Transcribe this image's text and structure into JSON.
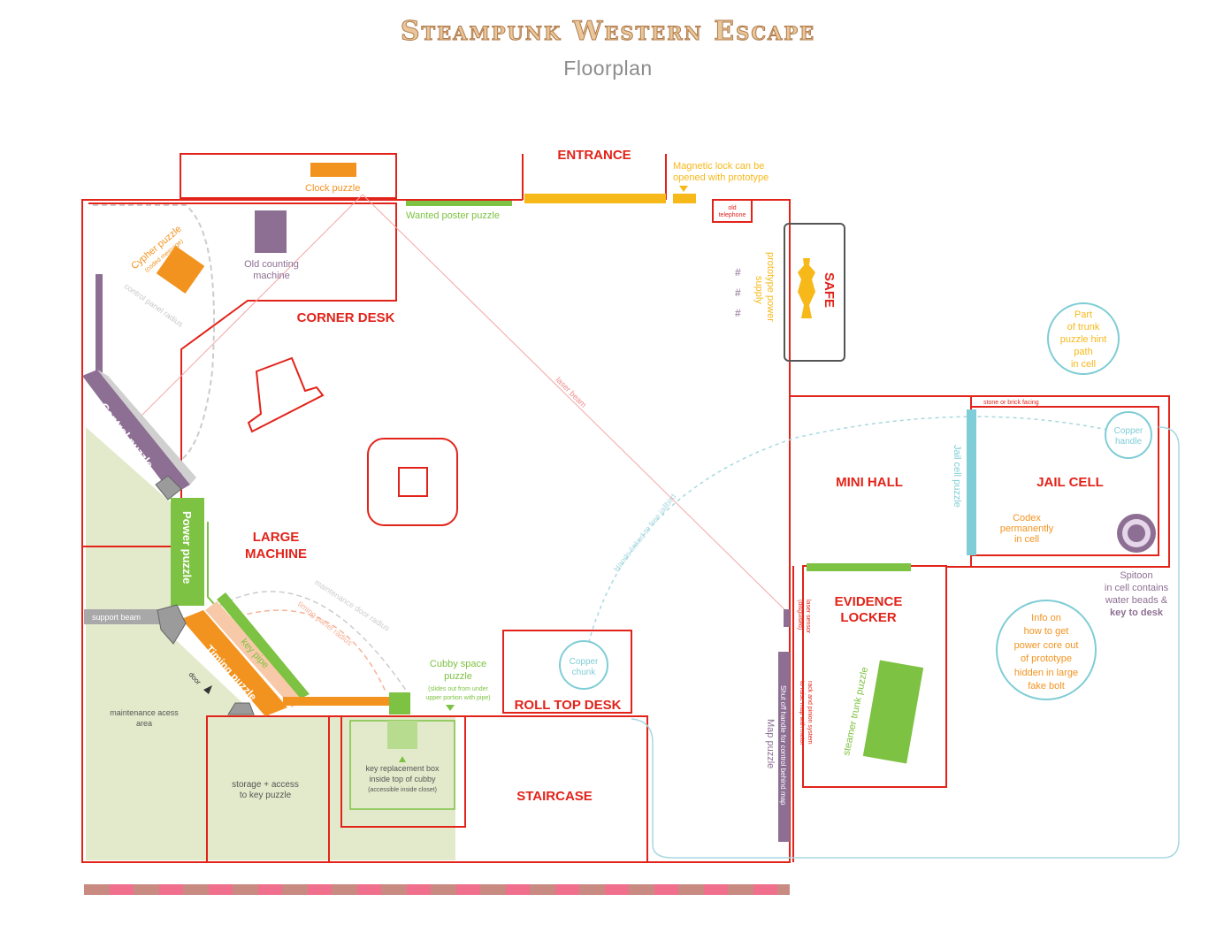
{
  "title": "Steampunk Western Escape",
  "subtitle": "Floorplan",
  "colors": {
    "wall": "#e2231a",
    "green_puzzle": "#7dc242",
    "purple_puzzle": "#8e6f94",
    "orange_puzzle": "#f3931f",
    "yellow": "#f7b81a",
    "teal": "#7fcdd6",
    "light_green_area": "#e3eacb",
    "pink": "#f08a8a"
  },
  "labels": {
    "entrance": "ENTRANCE",
    "magnetic_lock": [
      "Magnetic lock can be",
      "opened with prototype"
    ],
    "old_telephone": [
      "old",
      "telephone"
    ],
    "wanted_poster": "Wanted poster puzzle",
    "clock_puzzle": "Clock puzzle",
    "cypher_puzzle": "Cypher puzzle",
    "coded_message": "(coded message)",
    "old_counting_machine": [
      "Old counting",
      "machine"
    ],
    "control_panel_radius": "control panel radius",
    "corner_desk": "CORNER DESK",
    "safe": "SAFE",
    "prototype_power_supply": [
      "prototype power",
      "supply"
    ],
    "hash": "#",
    "trunk_hint": [
      "Part",
      "of trunk",
      "puzzle hint",
      "path",
      "in cell"
    ],
    "laser_beam": "laser beam",
    "control_puzzle": "Control puzzle",
    "power_puzzle": "Power puzzle",
    "large_machine": [
      "LARGE",
      "MACHINE"
    ],
    "hands_linked": "Hands linked to free jailbird",
    "mini_hall": "MINI HALL",
    "stone_facing": "stone or brick facing",
    "jail_cell_puzzle": "Jail cell puzzle",
    "jail_cell": "JAIL CELL",
    "copper_handle": [
      "Copper",
      "handle"
    ],
    "codex": [
      "Codex",
      "permanently",
      "in cell"
    ],
    "spitoon": [
      "Spitoon",
      "in cell contains",
      "water beads &"
    ],
    "key_to_desk": "key to desk",
    "info_core": [
      "Info on",
      "how to get",
      "power core out",
      "of prototype",
      "hidden in large",
      "fake bolt"
    ],
    "support_beam": "support beam",
    "maintenance_door_radius": "maintenance door radius",
    "timing_panel_radius": "timing panel radius",
    "key_pipe": "key pipe",
    "timing_puzzle": "Timing puzzle",
    "door": "door",
    "cubby_space": [
      "Cubby space",
      "puzzle"
    ],
    "cubby_note": [
      "(slides out from under",
      "upper portion with pipe)"
    ],
    "copper_chunk": [
      "Copper",
      "chunk"
    ],
    "roll_top_desk": "ROLL TOP DESK",
    "evidence_locker": [
      "EVIDENCE",
      "LOCKER"
    ],
    "laser_sensor": [
      "laser sensor",
      "(disguised)"
    ],
    "rack_pinion": [
      "rack and pinion system",
      "to raise map with motor"
    ],
    "steamer_trunk": "steamer trunk puzzle",
    "map_puzzle": "Map puzzle",
    "shut_off_handle": "Shut off handle for control behind map",
    "maintenance_area": [
      "maintenance acess",
      "area"
    ],
    "storage": [
      "storage + access",
      "to key puzzle"
    ],
    "key_replacement": [
      "key replacement box",
      "inside top of cubby"
    ],
    "key_replacement_note": "(accessible inside closet)",
    "staircase": "STAIRCASE"
  }
}
